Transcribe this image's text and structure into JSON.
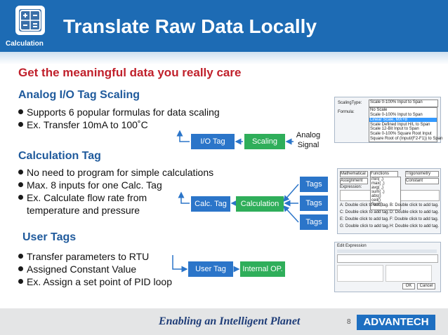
{
  "header": {
    "title": "Translate Raw Data Locally",
    "icon_caption": "Calculation",
    "icon": "calculator-icon",
    "bg_color": "#1d6bb4"
  },
  "subtitle": "Get the meaningful data you really care",
  "sections": {
    "analog": {
      "heading": "Analog I/O Tag Scaling",
      "bullets": [
        "Supports 6 popular formulas for data scaling",
        "Ex. Transfer 10mA to 100˚C"
      ],
      "flow": {
        "io_tag": "I/O Tag",
        "scaling": "Scaling",
        "signal_line1": "Analog",
        "signal_line2": "Signal"
      }
    },
    "calc": {
      "heading": "Calculation Tag",
      "bullets": [
        "No need to program for simple calculations",
        "Max. 8 inputs for one Calc. Tag",
        "Ex. Calculate flow rate from",
        "temperature and pressure"
      ],
      "flow": {
        "calc_tag": "Calc. Tag",
        "calculation": "Calculation",
        "tags": [
          "Tags",
          "Tags",
          "Tags"
        ]
      }
    },
    "user": {
      "heading": "User Tags",
      "bullets": [
        "Transfer parameters to RTU",
        "Assigned Constant Value",
        "Ex. Assign a set point of PID loop"
      ],
      "flow": {
        "user_tag": "User Tag",
        "internal_op": "Internal OP."
      }
    }
  },
  "scaling_dialog": {
    "type_label": "ScalingType:",
    "type_value": "Scale 0-100% Input to Span",
    "formula_label": "Formula:",
    "options": [
      "No Scale",
      "Scale 0-100% Input to Span",
      "Linear Scale, MX+B",
      "Scale Defined Input H/L to Span",
      "Scale 12-Bit Input to Span",
      "Scale 0-100% Square Root Input",
      "Square Root of (Input/(F2-F1)) to Span"
    ]
  },
  "calc_dialog": {
    "dropdowns": [
      "Mathematical",
      "Functions",
      "Trigonometry"
    ],
    "row2": [
      "Assignment",
      "Constant"
    ],
    "expression_label": "Expression:",
    "functions_list": [
      "min( ,)",
      "max( ,)",
      "avg( ,)",
      "sum( ,)",
      "abs()",
      "ceil()",
      "floor()"
    ],
    "inputs": [
      "A: Double click to add tag.",
      "B: Double click to add tag.",
      "C: Double click to add tag.",
      "D: Double click to add tag.",
      "E: Double click to add tag.",
      "F: Double click to add tag.",
      "G: Double click to add tag.",
      "H: Double click to add tag."
    ]
  },
  "edit_dialog": {
    "title": "Edit Expression",
    "ok": "OK",
    "cancel": "Cancel"
  },
  "footer": {
    "tagline": "Enabling an Intelligent Planet",
    "brand": "ADVANTECH",
    "page": "8"
  },
  "colors": {
    "accent_red": "#c0202b",
    "section_blue": "#1f5a9c",
    "flow_green": "#2fae5a",
    "flow_blue": "#2b75c9"
  }
}
